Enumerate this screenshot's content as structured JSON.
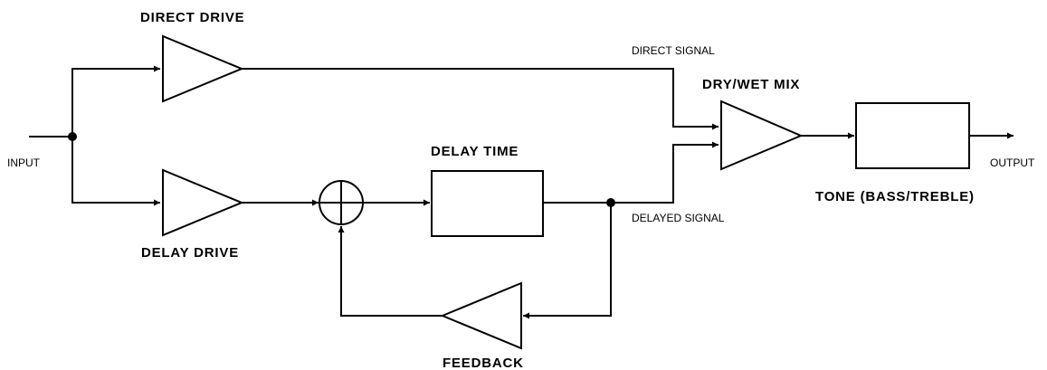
{
  "labels": {
    "input": "INPUT",
    "output": "OUTPUT",
    "direct_drive": "DIRECT DRIVE",
    "delay_drive": "DELAY DRIVE",
    "delay_time": "DELAY TIME",
    "feedback": "FEEDBACK",
    "dry_wet_mix": "DRY/WET MIX",
    "tone": "TONE (BASS/TREBLE)",
    "direct_signal": "DIRECT SIGNAL",
    "delayed_signal": "DELAYED SIGNAL"
  },
  "colors": {
    "stroke": "#000000",
    "background": "#ffffff"
  }
}
